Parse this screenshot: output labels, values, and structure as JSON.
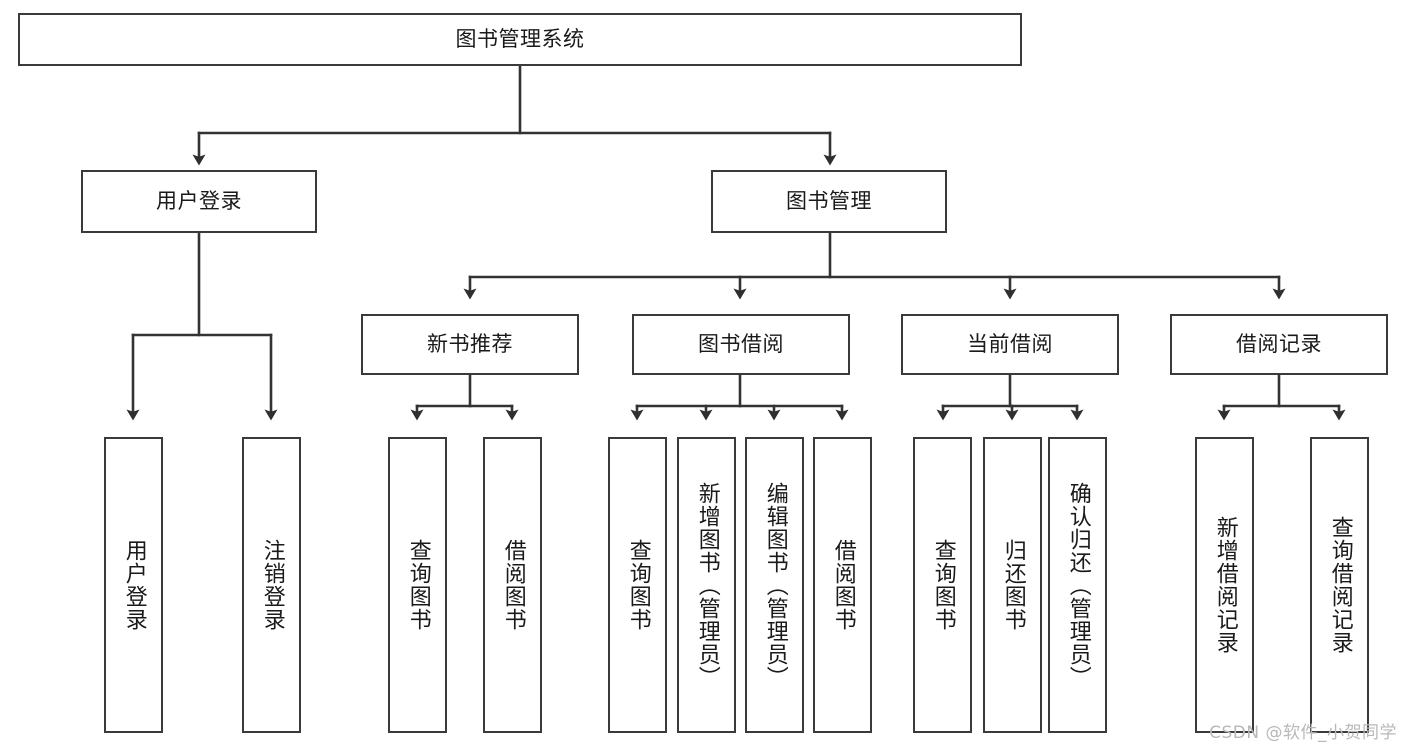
{
  "diagram": {
    "title": "图书管理系统",
    "type": "tree-hierarchy-diagram",
    "colors": {
      "box_border": "#3a3a3a",
      "box_fill": "#ffffff",
      "connector": "#333333",
      "text": "#1a1a1a",
      "watermark": "#b8b8b8",
      "background": "#ffffff"
    },
    "root": {
      "label": "图书管理系统"
    },
    "level2": [
      {
        "label": "用户登录"
      },
      {
        "label": "图书管理"
      }
    ],
    "level3": [
      {
        "label": "新书推荐"
      },
      {
        "label": "图书借阅"
      },
      {
        "label": "当前借阅"
      },
      {
        "label": "借阅记录"
      }
    ],
    "leaves": {
      "user_login": [
        {
          "label": "用户登录"
        },
        {
          "label": "注销登录"
        }
      ],
      "new_book_recommend": [
        {
          "label": "查询图书"
        },
        {
          "label": "借阅图书"
        }
      ],
      "book_borrow": [
        {
          "label": "查询图书"
        },
        {
          "label": "新增图书（管理员）"
        },
        {
          "label": "编辑图书（管理员）"
        },
        {
          "label": "借阅图书"
        }
      ],
      "current_borrow": [
        {
          "label": "查询图书"
        },
        {
          "label": "归还图书"
        },
        {
          "label": "确认归还（管理员）"
        }
      ],
      "borrow_record": [
        {
          "label": "新增借阅记录"
        },
        {
          "label": "查询借阅记录"
        }
      ]
    }
  },
  "watermark": {
    "text": "CSDN @软件_小贺同学"
  }
}
